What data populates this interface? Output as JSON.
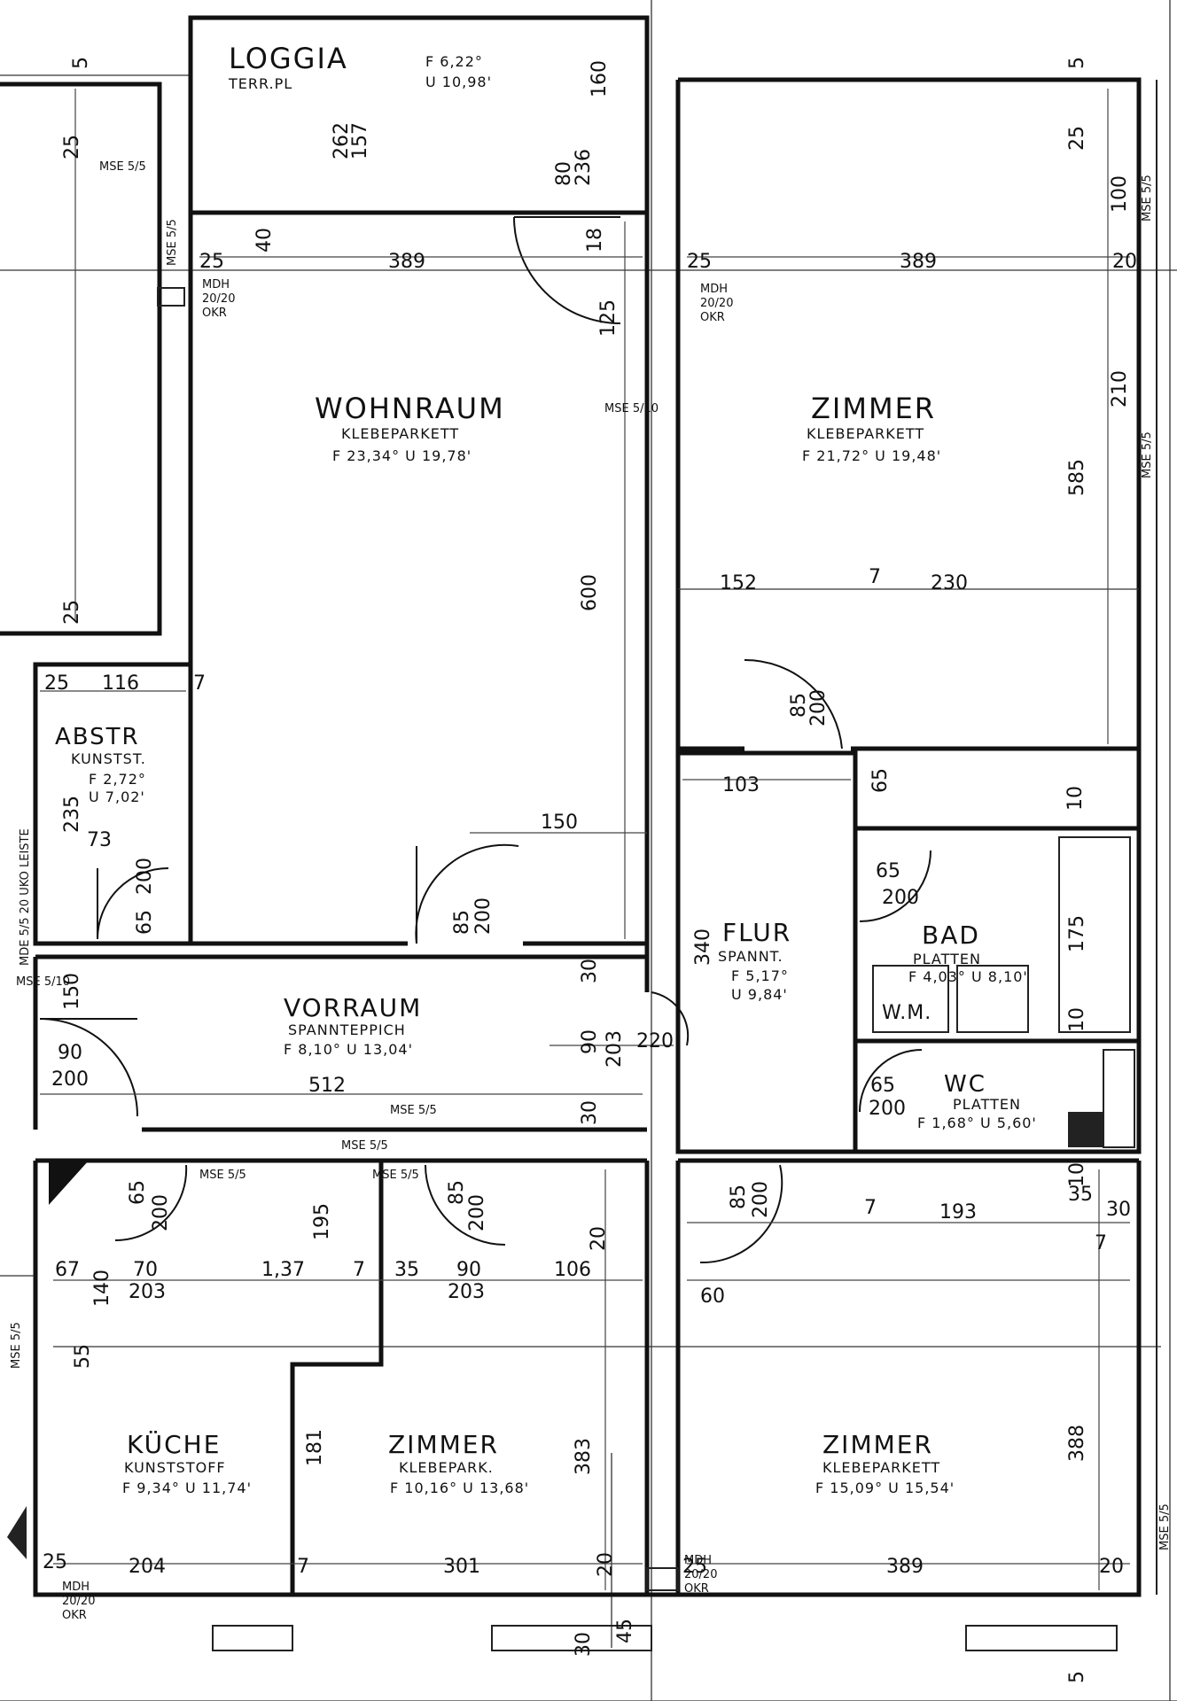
{
  "rooms": {
    "loggia": {
      "name": "LOGGIA",
      "sub": "TERR.PL",
      "area": "F 6,22°",
      "perimeter": "U 10,98'"
    },
    "wohnraum": {
      "name": "WOHNRAUM",
      "floor": "KLEBEPARKETT",
      "area_line": "F 23,34° U 19,78'"
    },
    "zimmer_top": {
      "name": "ZIMMER",
      "floor": "KLEBEPARKETT",
      "area_line": "F 21,72° U 19,48'"
    },
    "abstr": {
      "name": "ABSTR",
      "floor": "KUNSTST.",
      "area": "F 2,72°",
      "perimeter": "U 7,02'"
    },
    "flur": {
      "name": "FLUR",
      "floor": "SPANNT.",
      "area": "F 5,17°",
      "perimeter": "U 9,84'"
    },
    "bad": {
      "name": "BAD",
      "floor": "PLATTEN",
      "area_line": "F 4,03° U 8,10'",
      "wm": "W.M."
    },
    "wc": {
      "name": "WC",
      "floor": "PLATTEN",
      "area_line": "F 1,68° U 5,60'"
    },
    "vorraum": {
      "name": "VORRAUM",
      "floor": "SPANNTEPPICH",
      "area_line": "F 8,10° U 13,04'"
    },
    "kueche": {
      "name": "KÜCHE",
      "floor": "KUNSTSTOFF",
      "area_line": "F 9,34° U 11,74'"
    },
    "zimmer_mid": {
      "name": "ZIMMER",
      "floor": "KLEBEPARK.",
      "area_line": "F 10,16° U 13,68'"
    },
    "zimmer_right": {
      "name": "ZIMMER",
      "floor": "KLEBEPARKETT",
      "area_line": "F 15,09° U 15,54'"
    }
  },
  "labels": {
    "mse_55": "MSE 5/5",
    "mse_510": "MSE 5/10",
    "mdh": "MDH",
    "mdh_size": "20/20",
    "okr": "OKR",
    "mde_leiste": "MDE 5/5 20 UKO LEISTE",
    "five": "5"
  },
  "dimensions": {
    "d389a": "389",
    "d389b": "389",
    "d389c": "389",
    "d25a": "25",
    "d25b": "25",
    "d25c": "25",
    "d25d": "25",
    "d25e": "25",
    "d25f": "25",
    "d25g": "25",
    "d25h": "25",
    "d20a": "20",
    "d20b": "20",
    "d20c": "20",
    "d262": "262",
    "d157": "157",
    "d80": "80",
    "d236": "236",
    "d160": "160",
    "d18": "18",
    "d125": "125",
    "d40": "40",
    "d600": "600",
    "d585": "585",
    "d210": "210",
    "d100": "100",
    "d152": "152",
    "d7a": "7",
    "d230": "230",
    "d116": "116",
    "d7b": "7",
    "d235": "235",
    "d73": "73",
    "d150a": "150",
    "d150b": "150",
    "d85a": "85",
    "d200a": "200",
    "d65a": "65",
    "d200b": "200",
    "d85b": "85",
    "d200c": "200",
    "d103": "103",
    "d65b": "65",
    "d10a": "10",
    "d340": "340",
    "d30a": "30",
    "d30b": "30",
    "d203a": "203",
    "d90a": "90",
    "d220": "220",
    "d65c": "65",
    "d200d": "200",
    "d175": "175",
    "d10b": "10",
    "d65d": "65",
    "d200e": "200",
    "d90b": "90",
    "d200f": "200",
    "d512": "512",
    "d65e": "65",
    "d200g": "200",
    "d85c": "85",
    "d200h": "200",
    "d85d": "85",
    "d200i": "200",
    "d195": "195",
    "d67": "67",
    "d70": "70",
    "d137": "1,37",
    "d7c": "7",
    "d35a": "35",
    "d90c": "90",
    "d106": "106",
    "d203b": "203",
    "d203c": "203",
    "d60": "60",
    "d193": "193",
    "d7d": "7",
    "d35b": "35",
    "d30c": "30",
    "d10c": "10",
    "d7e": "7",
    "d55": "55",
    "d140": "140",
    "d181": "181",
    "d383": "383",
    "d388": "388",
    "d204": "204",
    "d7f": "7",
    "d301": "301",
    "d30d": "30",
    "d45": "45",
    "d20d": "20"
  }
}
